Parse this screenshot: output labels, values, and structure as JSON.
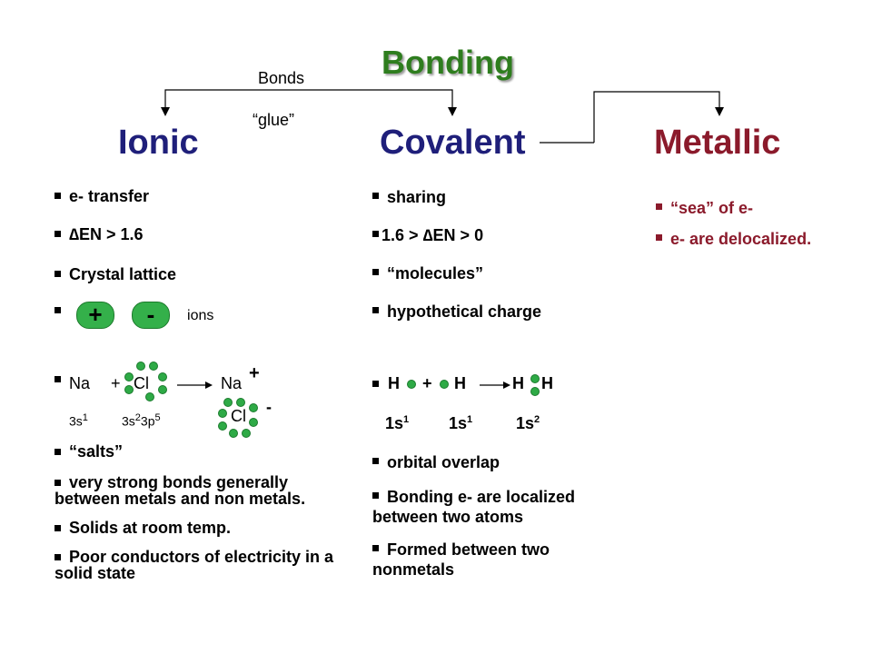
{
  "title": "Bonding",
  "notes": {
    "bonds": "Bonds",
    "glue": "“glue”"
  },
  "headings": {
    "ionic": "Ionic",
    "covalent": "Covalent",
    "metallic": "Metallic"
  },
  "ionic": {
    "items": [
      "e- transfer",
      "∆EN > 1.6",
      "Crystal lattice"
    ],
    "ions_label": "ions",
    "ion_plus": "+",
    "ion_minus": "-",
    "eq": {
      "na": "Na",
      "plus": "+",
      "cl": "Cl",
      "na_ion": "Na",
      "na_charge": "+",
      "cl_ion": "Cl",
      "cl_charge": "-",
      "na_config": "3s",
      "na_config_sup": "1",
      "cl_config_a": "3s",
      "cl_config_a_sup": "2",
      "cl_config_b": "3p",
      "cl_config_b_sup": "5"
    },
    "items2": [
      "“salts”",
      "very strong bonds generally between metals and non metals.",
      "Solids at room temp.",
      "Poor conductors of electricity in a solid state"
    ]
  },
  "covalent": {
    "items": [
      "sharing",
      "1.6 >  ∆EN > 0",
      "“molecules”",
      "hypothetical charge"
    ],
    "eq": {
      "h1": "H",
      "plus": "+",
      "h2": "H",
      "h3": "H",
      "h4": "H",
      "c1": "1s",
      "c1s": "1",
      "c2": "1s",
      "c2s": "1",
      "c3": "1s",
      "c3s": "2"
    },
    "items2": [
      "orbital overlap",
      "Bonding e- are localized between two atoms",
      "Formed between two nonmetals"
    ]
  },
  "metallic": {
    "items": [
      "“sea” of e-",
      "e- are delocalized."
    ]
  }
}
